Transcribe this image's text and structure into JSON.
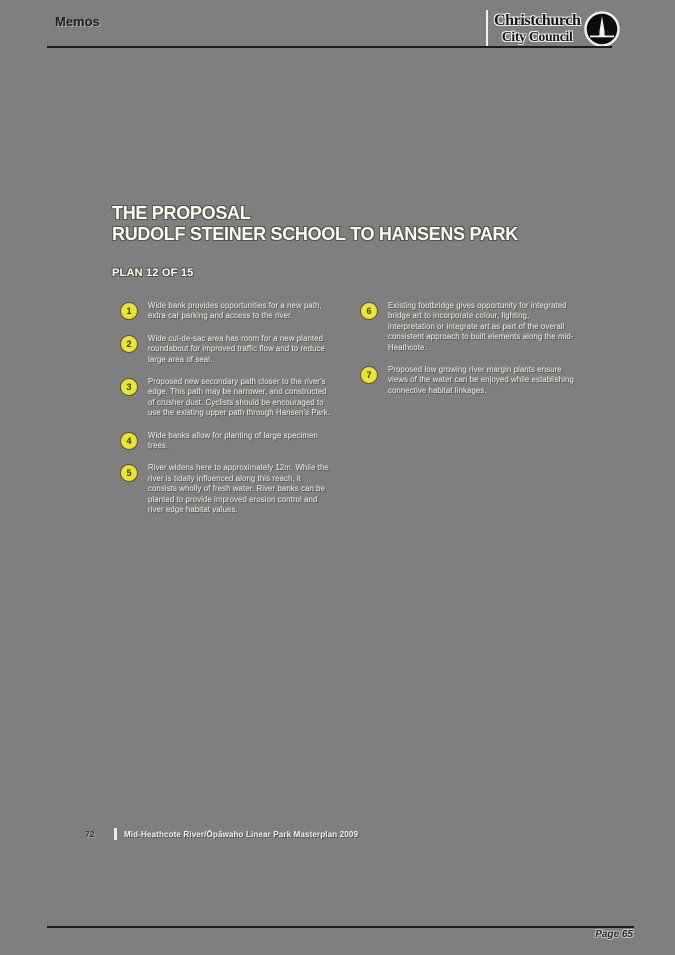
{
  "header": {
    "title": "Memos",
    "logo": {
      "line1": "Christchurch",
      "line2": "City Council"
    }
  },
  "proposal": {
    "heading_line1": "THE PROPOSAL",
    "heading_line2": "RUDOLF STEINER SCHOOL TO HANSENS PARK",
    "plan_label": "PLAN 12 OF 15"
  },
  "notes": [
    {
      "number": "1",
      "text": "Wide bank provides opportunities for a new path, extra car parking and access to the river."
    },
    {
      "number": "2",
      "text": "Wide cul-de-sac area has room for a new planted roundabout for improved traffic flow and to reduce large area of seal."
    },
    {
      "number": "3",
      "text": "Proposed new secondary path closer to the river's edge. This path may be narrower, and constructed of crusher dust. Cyclists should be encouraged to use the existing upper path through Hansen's Park."
    },
    {
      "number": "4",
      "text": "Wide banks allow for planting of large specimen trees."
    },
    {
      "number": "5",
      "text": "River widens here to approximately 12m. While the river is tidally influenced along this reach, it consists wholly of fresh water. River banks can be planted to provide improved erosion control and river edge habitat values."
    },
    {
      "number": "6",
      "text": "Existing footbridge gives opportunity for integrated bridge art to incorporate colour, lighting, interpretation or integrate art as part of the overall consistent approach to built elements along the mid-Heathcote."
    },
    {
      "number": "7",
      "text": "Proposed low growing river margin plants ensure views of the water can be enjoyed while establishing connective habitat linkages."
    }
  ],
  "footer": {
    "page_number": "72",
    "document_title": "Mid-Heathcote River/Ōpāwaho Linear Park Masterplan 2009"
  },
  "page_footer": {
    "label": "Page 65"
  },
  "colors": {
    "background": "#7f7f7f",
    "marker_fill": "#e7e437",
    "rule": "#1c1c1c"
  }
}
